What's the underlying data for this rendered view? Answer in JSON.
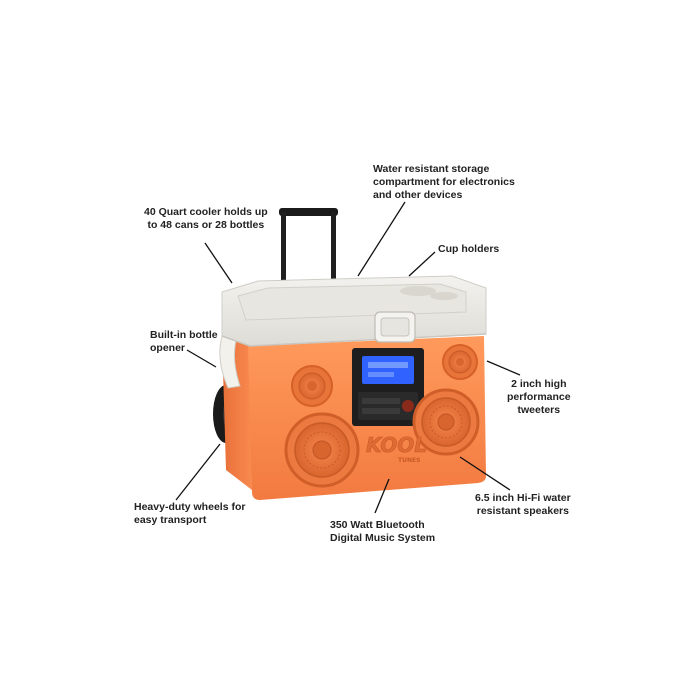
{
  "product": {
    "brand_mark": "KOOL",
    "brand_sub": "TUNES"
  },
  "colors": {
    "body": "#f7844a",
    "lid": "#ecebe6",
    "display": "#2f62ff",
    "handle": "#1b1b1b"
  },
  "callouts": {
    "storage": [
      "Water resistant storage",
      "compartment for electronics",
      "and other devices"
    ],
    "capacity": [
      "40 Quart cooler holds up",
      "to 48 cans or 28 bottles"
    ],
    "cupholders": [
      "Cup holders"
    ],
    "bottle_opener": [
      "Built-in bottle",
      "opener"
    ],
    "tweeters": [
      "2 inch high",
      "performance",
      "tweeters"
    ],
    "wheels": [
      "Heavy-duty wheels for",
      "easy transport"
    ],
    "speakers": [
      "6.5 inch Hi-Fi water",
      "resistant speakers"
    ],
    "music_system": [
      "350 Watt Bluetooth",
      "Digital Music System"
    ]
  }
}
